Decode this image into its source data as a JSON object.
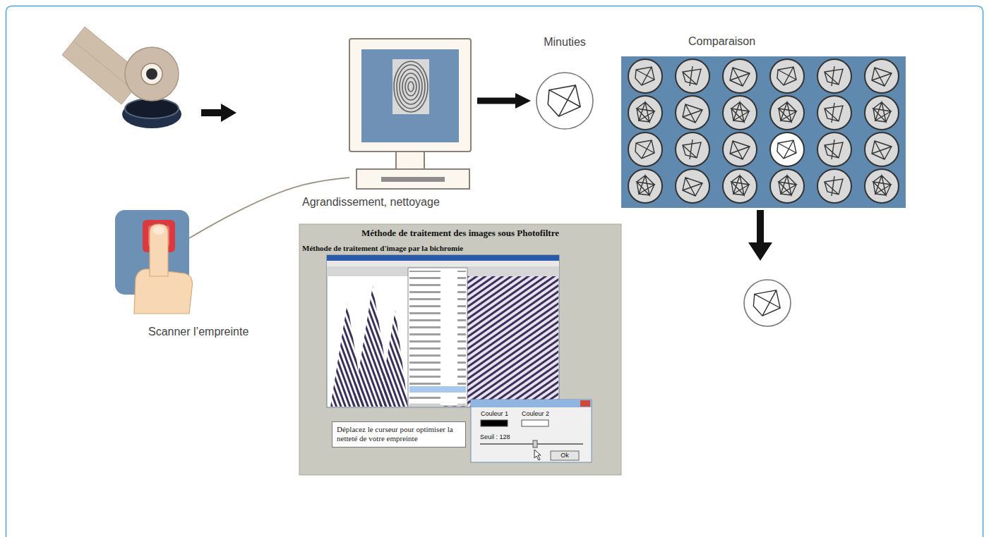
{
  "diagram": {
    "nodes": [
      {
        "text": [
          "Scanner l’empreinte"
        ]
      },
      {
        "text": [
          "Agrandissement, nettoyage"
        ]
      },
      {
        "text": [
          "Minuties"
        ]
      },
      {
        "text": [
          "Comparaison"
        ]
      },
      {
        "text": [
          "Méthode de traitement des images sous Photofiltre",
          "Méthode de traitement d'image par la bichromie"
        ]
      },
      {
        "text": [
          "Déplacez le curseur pour optimiser la netteté de votre empreinte"
        ],
        "in": 4
      },
      {
        "text": [
          "Couleur 1",
          "Couleur 2",
          "Seuil : 128",
          "Ok"
        ],
        "in": 4
      }
    ],
    "edges": [
      {
        "from": 0,
        "to": 1,
        "arrow": "none"
      },
      {
        "from": 1,
        "to": 2,
        "arrow": "to"
      }
    ]
  }
}
